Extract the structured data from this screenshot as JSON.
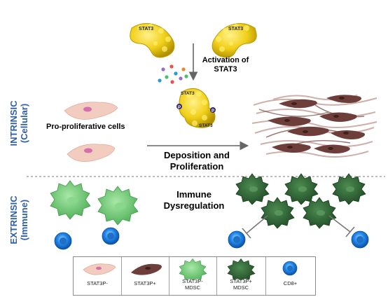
{
  "stat3_left": "STAT3",
  "stat3_right": "STAT3",
  "stat3_active_top": "STAT3",
  "stat3_active_bottom": "STAT3",
  "phospho_mark": "P",
  "activation_label": [
    "Activation of",
    "STAT3"
  ],
  "intrinsic_label": [
    "INTRINSIC",
    "(Cellular)"
  ],
  "extrinsic_label": [
    "EXTRINSIC",
    "(Immune)"
  ],
  "pro_proliferative": "Pro-proliferative cells",
  "deposition_label": [
    "Deposition and",
    "Proliferation"
  ],
  "immune_label": [
    "Immune",
    "Dysregulation"
  ],
  "legend": [
    {
      "label": "STAT3P-",
      "icon": "fibroblast-pale-icon"
    },
    {
      "label": "STAT3P+",
      "icon": "fibroblast-dark-icon"
    },
    {
      "label": "STAT3P-\nMDSC",
      "icon": "mdsc-light-icon"
    },
    {
      "label": "STAT3P+\nMDSC",
      "icon": "mdsc-dark-icon"
    },
    {
      "label": "CD8+",
      "icon": "cd8-cell-icon"
    }
  ],
  "colors": {
    "stat3": "#f2d21c",
    "stat3_edge": "#b89a00",
    "fibroblast_pale": "#f3ccc0",
    "fibroblast_pale_nucleus": "#d56fae",
    "fibroblast_dark": "#6e3f3a",
    "mdsc_light": "#6fcc72",
    "mdsc_dark": "#2f6a36",
    "cd8": "#1f7fe0",
    "side_label": "#2f5fa8",
    "divider": "#7a7a7a"
  }
}
